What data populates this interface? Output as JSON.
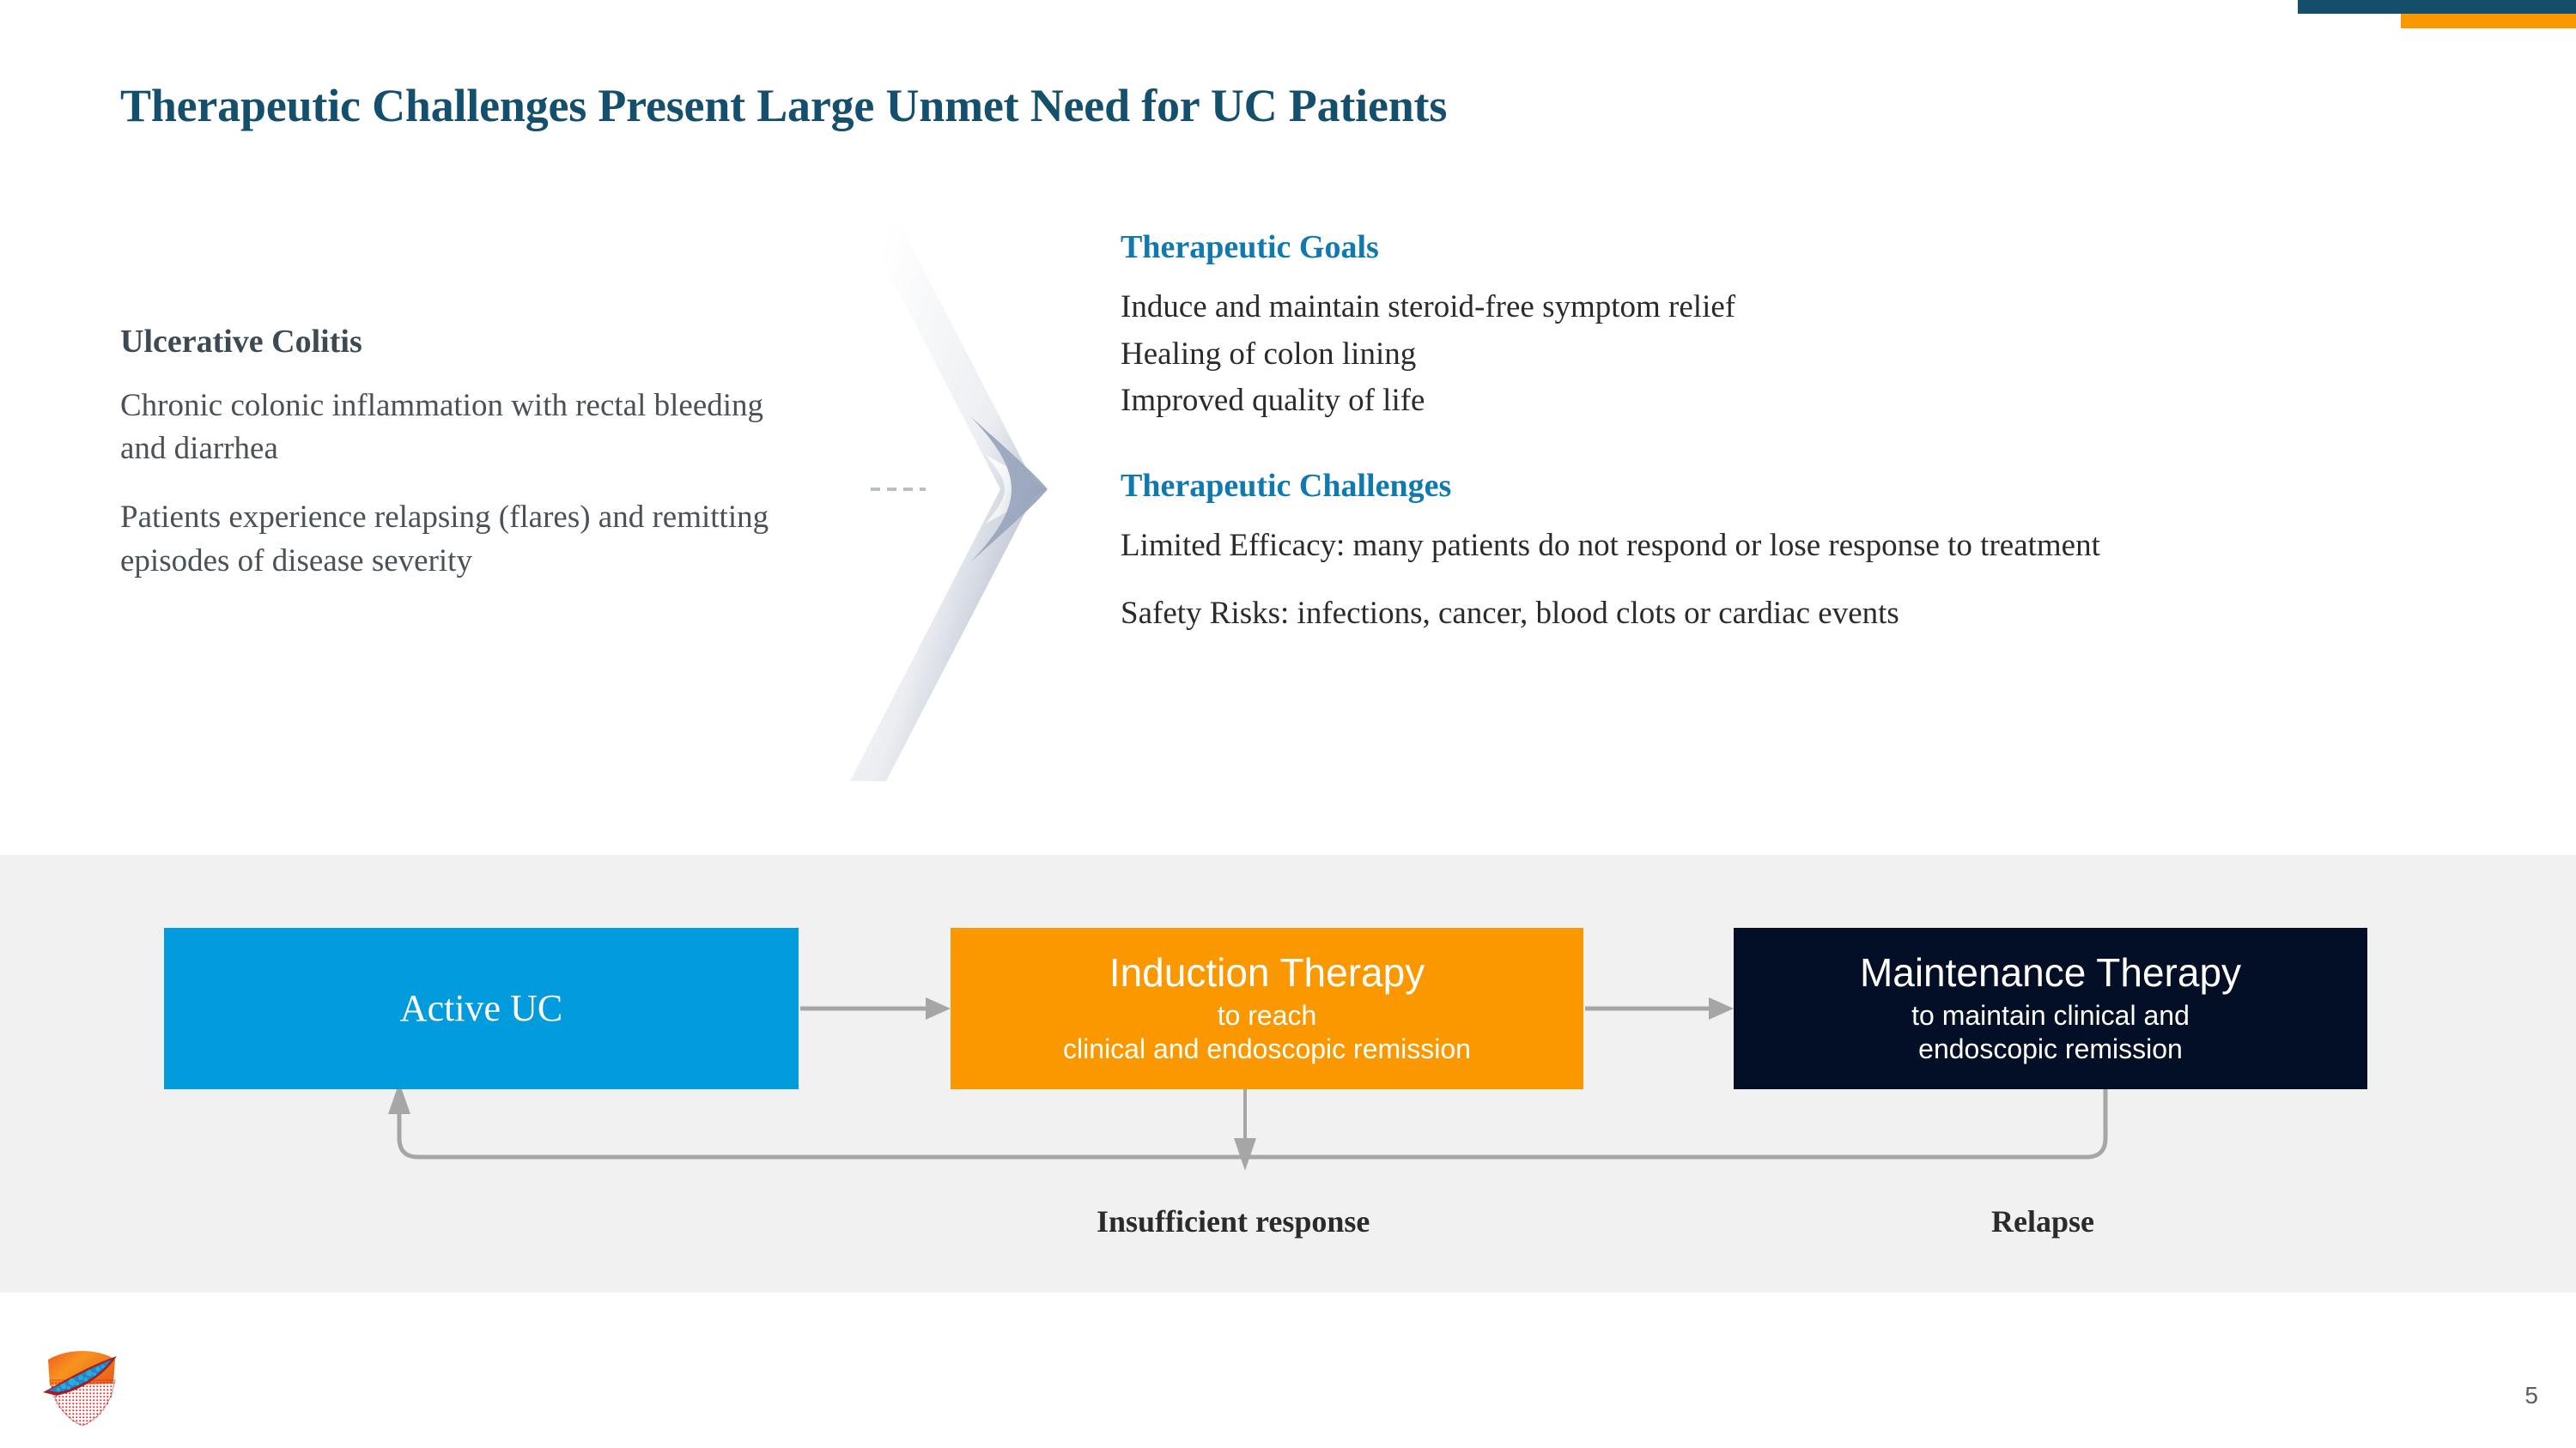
{
  "slide": {
    "title": "Therapeutic Challenges Present Large Unmet Need for UC Patients",
    "page_number": "5",
    "colors": {
      "title_teal": "#14506E",
      "heading_blue": "#1079B0",
      "accent_orange": "#FB9800",
      "bar_teal": "#154E6B",
      "band_gray": "#F1F1F1",
      "box_active": "#029BDE",
      "box_induction": "#FB9800",
      "box_maintenance": "#020F26",
      "connector_gray": "#A6A6A6"
    }
  },
  "left_column": {
    "heading": "Ulcerative Colitis",
    "paragraphs": [
      "Chronic colonic inflammation with rectal bleeding and diarrhea",
      "Patients experience relapsing (flares) and remitting episodes of disease severity"
    ]
  },
  "right_column": {
    "goals": {
      "heading": "Therapeutic Goals",
      "items": [
        "Induce and maintain steroid-free symptom relief",
        "Healing of colon lining",
        "Improved quality of life"
      ]
    },
    "challenges": {
      "heading": "Therapeutic Challenges",
      "items": [
        "Limited Efficacy: many patients do not respond or lose response to treatment",
        "Safety Risks: infections, cancer, blood clots or cardiac events"
      ]
    }
  },
  "flow_diagram": {
    "boxes": [
      {
        "title": "Active UC",
        "subtitle_lines": []
      },
      {
        "title": "Induction Therapy",
        "subtitle_lines": [
          "to reach",
          "clinical and endoscopic remission"
        ]
      },
      {
        "title": "Maintenance Therapy",
        "subtitle_lines": [
          "to maintain clinical and",
          "endoscopic remission"
        ]
      }
    ],
    "loop_labels": {
      "insufficient": "Insufficient response",
      "relapse": "Relapse"
    }
  }
}
